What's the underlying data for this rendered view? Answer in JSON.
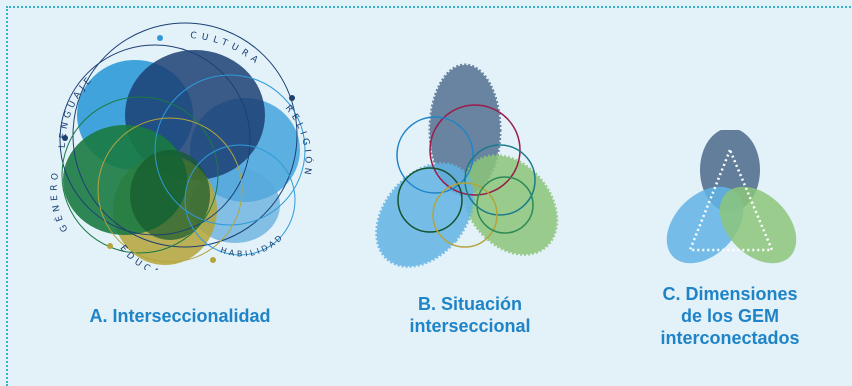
{
  "panels": {
    "a": {
      "caption": "A. Interseccionalidad",
      "labels": {
        "lenguaje": "LENGUAJE",
        "cultura": "CULTURA",
        "religion": "RELIGIÓN",
        "genero": "GÉNERO",
        "educacion": "EDUCACIÓN",
        "habilidad": "HABILIDAD"
      }
    },
    "b": {
      "caption_line1": "B. Situación",
      "caption_line2": "interseccional"
    },
    "c": {
      "caption_line1": "C. Dimensiones",
      "caption_line2": "de los GEM",
      "caption_line3": "interconectados"
    }
  },
  "colors": {
    "background": "#e3f1f9",
    "frame_dots": "#35b5c9",
    "caption_text": "#1f84c7",
    "navy": "#1c3f73",
    "slate": "#4b6a8b",
    "sky_blue": "#2f9ad8",
    "light_blue": "#76bfe8",
    "green": "#1a7a43",
    "light_green": "#8cc57a",
    "olive": "#b4a43a",
    "crimson": "#9b1b4b"
  }
}
